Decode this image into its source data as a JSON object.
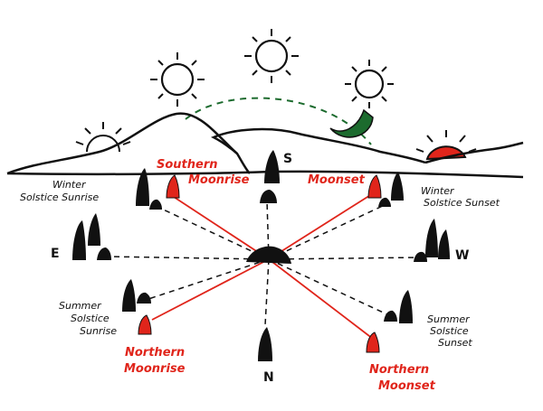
{
  "colors": {
    "ink": "#111111",
    "red": "#e0251b",
    "moon_green": "#1c6b2e",
    "sun_red": "#e0251b"
  },
  "directions": {
    "south": "S",
    "north": "N",
    "east": "E",
    "west": "W"
  },
  "labels": {
    "winter_solstice_sunrise": [
      "Winter",
      "Solstice  Sunrise"
    ],
    "winter_solstice_sunset": [
      "Winter",
      "Solstice  Sunset"
    ],
    "summer_solstice_sunrise": [
      "Summer",
      "Solstice",
      "Sunrise"
    ],
    "summer_solstice_sunset": [
      "Summer",
      "Solstice",
      "Sunset"
    ],
    "southern_moonrise": [
      "Southern",
      "Moonrise"
    ],
    "southern_moonset": [
      "Moonset"
    ],
    "northern_moonrise": [
      "Northern",
      "Moonrise"
    ],
    "northern_moonset": [
      "Northern",
      "Moonset"
    ]
  },
  "icons": [
    "sun-icon",
    "crescent-moon-icon",
    "setting-sun-icon",
    "standing-stone-icon",
    "recumbent-stone-icon"
  ]
}
